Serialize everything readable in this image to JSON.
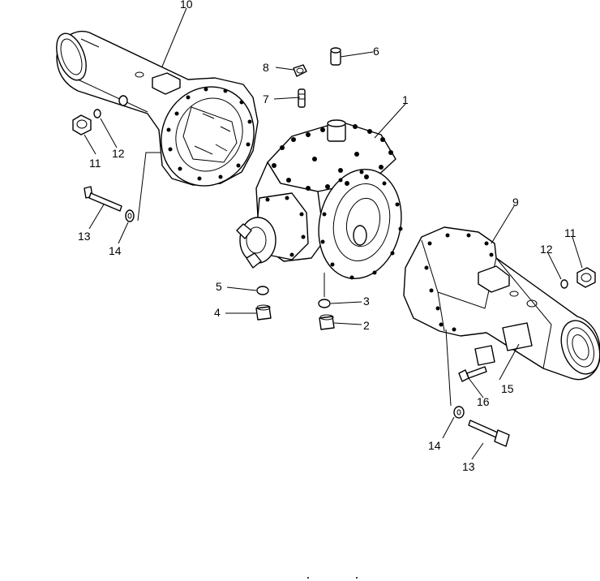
{
  "diagram": {
    "background": "#ffffff",
    "ink": "#000000",
    "callouts": [
      {
        "id": "1",
        "label": "1"
      },
      {
        "id": "2",
        "label": "2"
      },
      {
        "id": "3",
        "label": "3"
      },
      {
        "id": "4",
        "label": "4"
      },
      {
        "id": "5",
        "label": "5"
      },
      {
        "id": "6",
        "label": "6"
      },
      {
        "id": "7",
        "label": "7"
      },
      {
        "id": "8",
        "label": "8"
      },
      {
        "id": "9",
        "label": "9"
      },
      {
        "id": "10",
        "label": "10"
      },
      {
        "id": "11a",
        "label": "11"
      },
      {
        "id": "12a",
        "label": "12"
      },
      {
        "id": "13a",
        "label": "13"
      },
      {
        "id": "14a",
        "label": "14"
      },
      {
        "id": "11b",
        "label": "11"
      },
      {
        "id": "12b",
        "label": "12"
      },
      {
        "id": "13b",
        "label": "13"
      },
      {
        "id": "14b",
        "label": "14"
      },
      {
        "id": "15",
        "label": "15"
      },
      {
        "id": "16",
        "label": "16"
      }
    ]
  }
}
